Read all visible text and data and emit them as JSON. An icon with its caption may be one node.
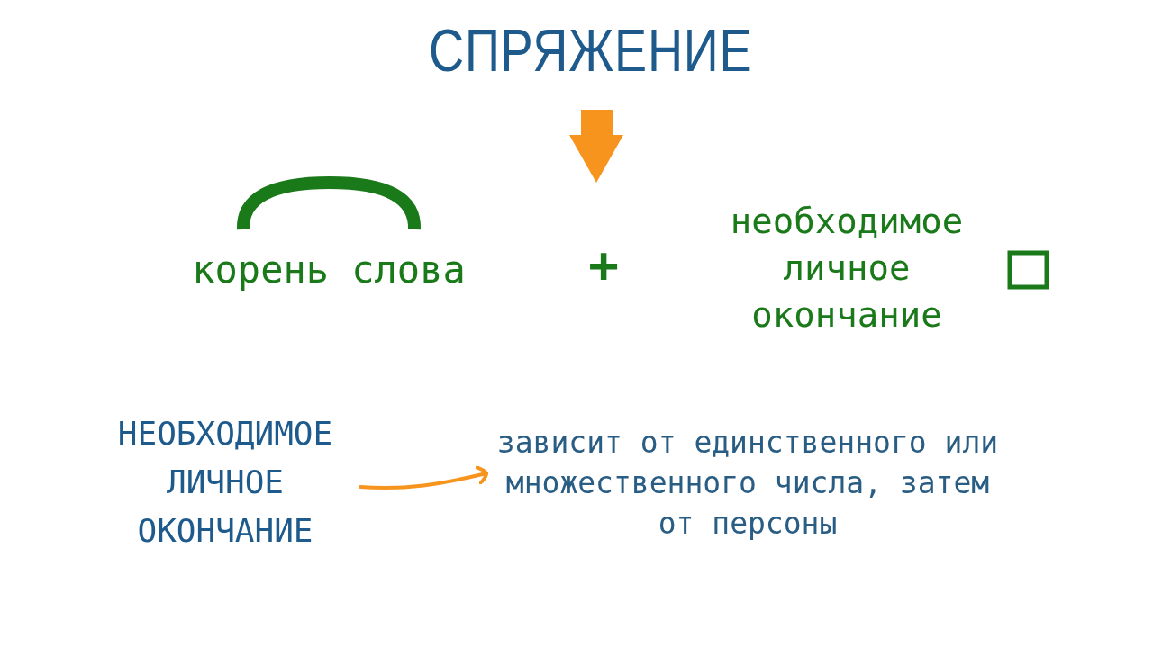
{
  "diagram": {
    "title": "СПРЯЖЕНИЕ",
    "nodes": [
      {
        "text": [
          "корень слова"
        ]
      },
      {
        "text": [
          "необходимое личное окончание"
        ]
      },
      {
        "text": [
          "НЕОБХОДИМОЕ ЛИЧНОЕ ОКОНЧАНИЕ"
        ]
      },
      {
        "text": [
          "зависит от единственного или множественного числа, затем от персоны"
        ]
      }
    ],
    "edges": [
      {
        "from": 2,
        "to": 3,
        "arrow": "to",
        "color": "#f7941d"
      }
    ],
    "labels": [
      "+"
    ]
  }
}
